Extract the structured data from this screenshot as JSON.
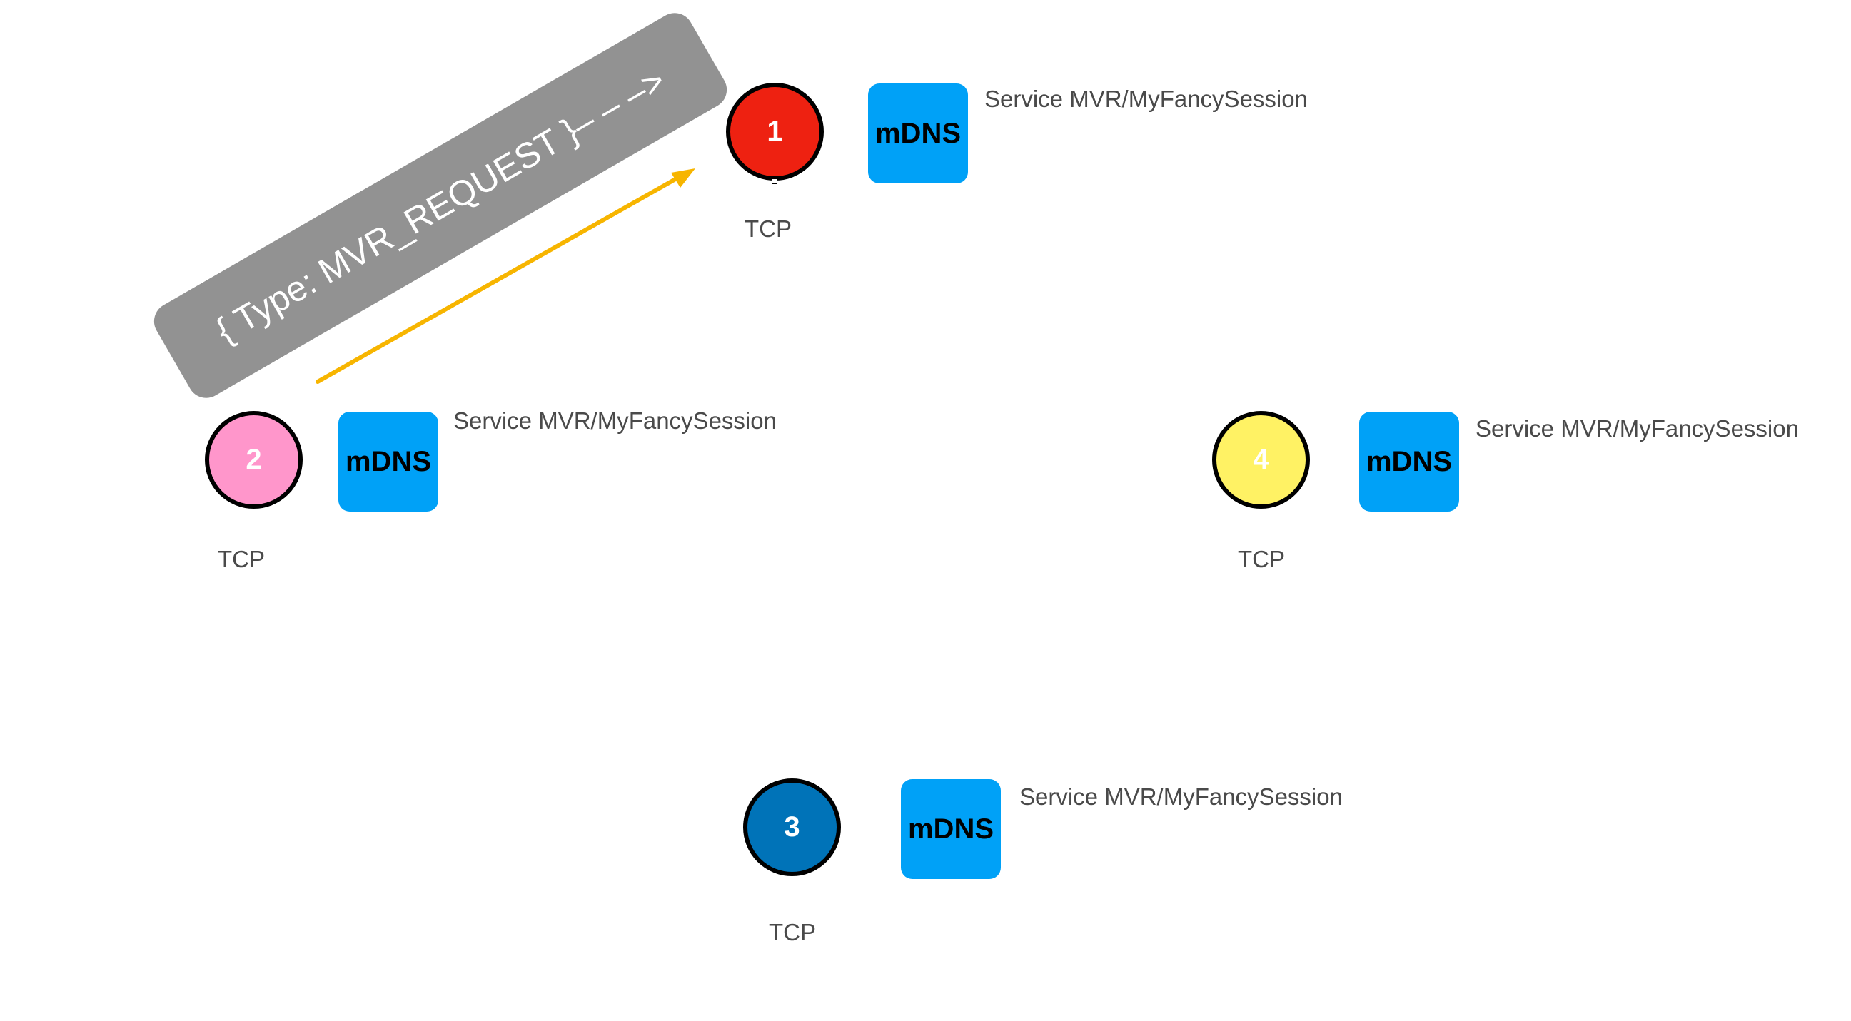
{
  "message": {
    "label": "{ Type: MVR_REQUEST }– – –>",
    "background": "#929292",
    "arrow_color": "#f7b500"
  },
  "nodes": [
    {
      "id": "1",
      "fill": "#ee2111",
      "tcp": "TCP",
      "mdns": "mDNS",
      "service": "Service MVR/MyFancySession"
    },
    {
      "id": "2",
      "fill": "#ff96cb",
      "tcp": "TCP",
      "mdns": "mDNS",
      "service": "Service MVR/MyFancySession"
    },
    {
      "id": "3",
      "fill": "#0073b8",
      "tcp": "TCP",
      "mdns": "mDNS",
      "service": "Service MVR/MyFancySession"
    },
    {
      "id": "4",
      "fill": "#fff264",
      "tcp": "TCP",
      "mdns": "mDNS",
      "service": "Service MVR/MyFancySession"
    }
  ],
  "mdns_color": "#00a1f7"
}
